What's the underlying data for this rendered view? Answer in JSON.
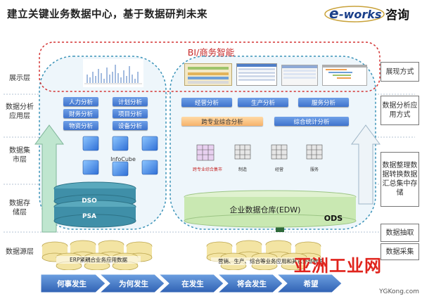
{
  "title": "建立关键业务数据中心，基于数据研判未来",
  "logo": {
    "brand": "e-works",
    "cn": "咨询"
  },
  "bi_title": "BI/商务智能",
  "layers_left": [
    "展示层",
    "数据分析应用层",
    "数据集市层",
    "数据存储层",
    "数据源层"
  ],
  "layers_right": [
    "展现方式",
    "数据分析应用方式",
    "数据整理数据转换数据汇总集中存储",
    "数据抽取",
    "数据采集"
  ],
  "left_analysis": [
    "人力分析",
    "计划分析",
    "财务分析",
    "项目分析",
    "物资分析",
    "设备分析"
  ],
  "right_analysis": [
    "经营分析",
    "生产分析",
    "服务分析"
  ],
  "cross_analysis": "跨专业综合分析",
  "stats_analysis": "综合统计分析",
  "infocube": "InfoCube",
  "mart_labels": [
    "跨专业综合集市",
    "制造",
    "经营",
    "服务"
  ],
  "dso": "DSO",
  "psa": "PSA",
  "edw": "企业数据仓库(EDW)",
  "ods": "ODS",
  "source_left": "ERP紧耦合业务应用数据",
  "source_right": "营销、生产、综合等业务应用和其它外部数据",
  "phases": [
    "何事发生",
    "为何发生",
    "在发生",
    "将会发生",
    "希望"
  ],
  "watermark": {
    "main": "亚洲工业网",
    "url": "YGKong.com"
  },
  "colors": {
    "bi_border": "#d33333",
    "dashed_blue": "#3b93b8",
    "button_blue": "#3f73cc",
    "orange": "#f6b26b",
    "arrow_green": "#b9e6a7",
    "phase_blue": "#3d78c8",
    "watermark_red": "#e0231c"
  }
}
